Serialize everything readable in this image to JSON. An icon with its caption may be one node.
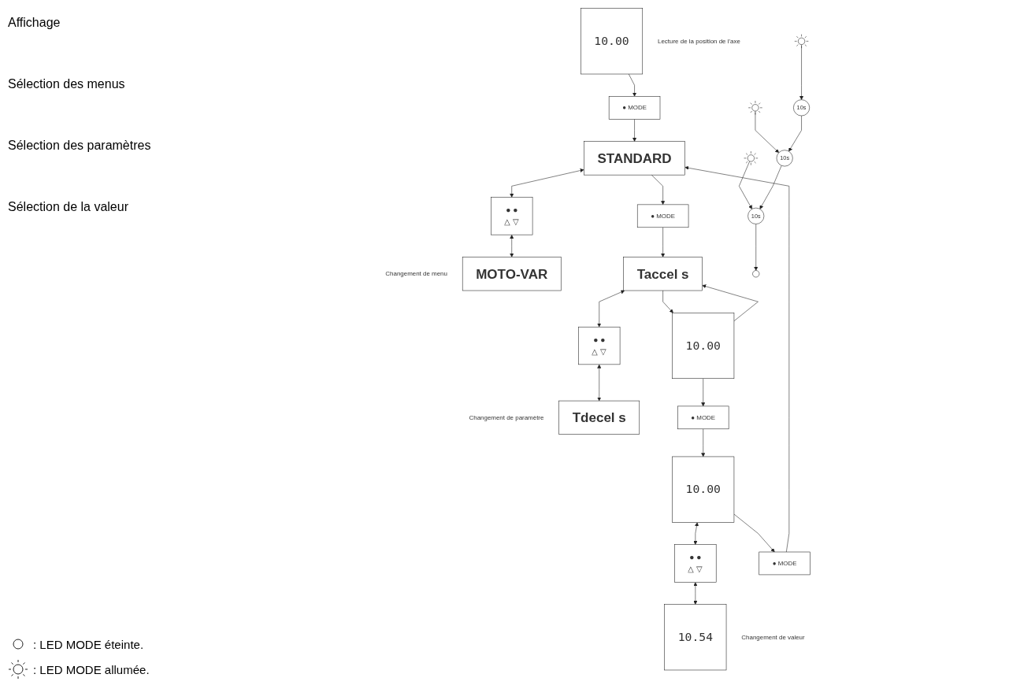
{
  "diagram": {
    "nodes": [
      {
        "text": [
          "10.00"
        ],
        "beside": [
          "Lecture de la position de l'axe"
        ]
      },
      {
        "text": [
          "● MODE"
        ]
      },
      {
        "text": [
          "STANDARD"
        ]
      },
      {
        "text": [
          "● ●",
          "△ ▽"
        ]
      },
      {
        "text": [
          "MOTO-VAR"
        ],
        "beside": [
          "Changement de menu"
        ]
      },
      {
        "text": [
          "● MODE"
        ]
      },
      {
        "text": [
          "Taccel s"
        ]
      },
      {
        "text": [
          "● ●",
          "△ ▽"
        ]
      },
      {
        "text": [
          "Tdecel s"
        ],
        "beside": [
          "Changement de paramètre"
        ]
      },
      {
        "text": [
          "10.00"
        ]
      },
      {
        "text": [
          "● MODE"
        ]
      },
      {
        "text": [
          "10.00"
        ]
      },
      {
        "text": [
          "● ●",
          "△ ▽"
        ]
      },
      {
        "text": [
          "10.54"
        ],
        "beside": [
          "Changement de valeur"
        ]
      },
      {
        "text": [
          "● MODE"
        ]
      },
      {
        "text": [],
        "shape": "circle"
      },
      {
        "text": [
          "10s"
        ]
      },
      {
        "text": [],
        "shape": "picture"
      },
      {
        "text": [
          "10s"
        ]
      },
      {
        "text": [],
        "shape": "picture"
      },
      {
        "text": [
          "10s"
        ]
      },
      {
        "text": [],
        "shape": "picture"
      }
    ],
    "edges": [
      {
        "from": 0,
        "to": 1,
        "arrow": "to"
      },
      {
        "from": 1,
        "to": 2,
        "arrow": "to"
      },
      {
        "from": 2,
        "to": 5,
        "arrow": "to"
      },
      {
        "from": 5,
        "to": 6,
        "arrow": "to"
      },
      {
        "from": 6,
        "to": 9,
        "arrow": "to"
      },
      {
        "from": 9,
        "to": 6,
        "arrow": "to"
      },
      {
        "from": 9,
        "to": 10,
        "arrow": "to"
      },
      {
        "from": 10,
        "to": 11,
        "arrow": "to"
      },
      {
        "from": 11,
        "to": 14,
        "arrow": "to"
      },
      {
        "from": 14,
        "to": 2,
        "arrow": "to"
      },
      {
        "from": 2,
        "to": 3,
        "arrow": "both"
      },
      {
        "from": 3,
        "to": 4,
        "arrow": "both"
      },
      {
        "from": 6,
        "to": 7,
        "arrow": "both"
      },
      {
        "from": 7,
        "to": 8,
        "arrow": "both"
      },
      {
        "from": 11,
        "to": 12,
        "arrow": "both"
      },
      {
        "from": 12,
        "to": 13,
        "arrow": "both"
      },
      {
        "from": 17,
        "to": 16,
        "arrow": "to"
      },
      {
        "from": 16,
        "to": 15,
        "arrow": "to"
      },
      {
        "from": 19,
        "to": 18,
        "arrow": "to"
      },
      {
        "from": 18,
        "to": 16,
        "arrow": "to"
      },
      {
        "from": 21,
        "to": 20,
        "arrow": "to"
      },
      {
        "from": 20,
        "to": 18,
        "arrow": "to"
      }
    ],
    "labels": [
      "Affichage",
      "Sélection des menus",
      "Sélection des paramètres",
      "Sélection de la valeur"
    ],
    "legend": [
      {
        "text": ": LED MODE éteinte."
      },
      {
        "text": ": LED MODE allumée."
      }
    ]
  }
}
